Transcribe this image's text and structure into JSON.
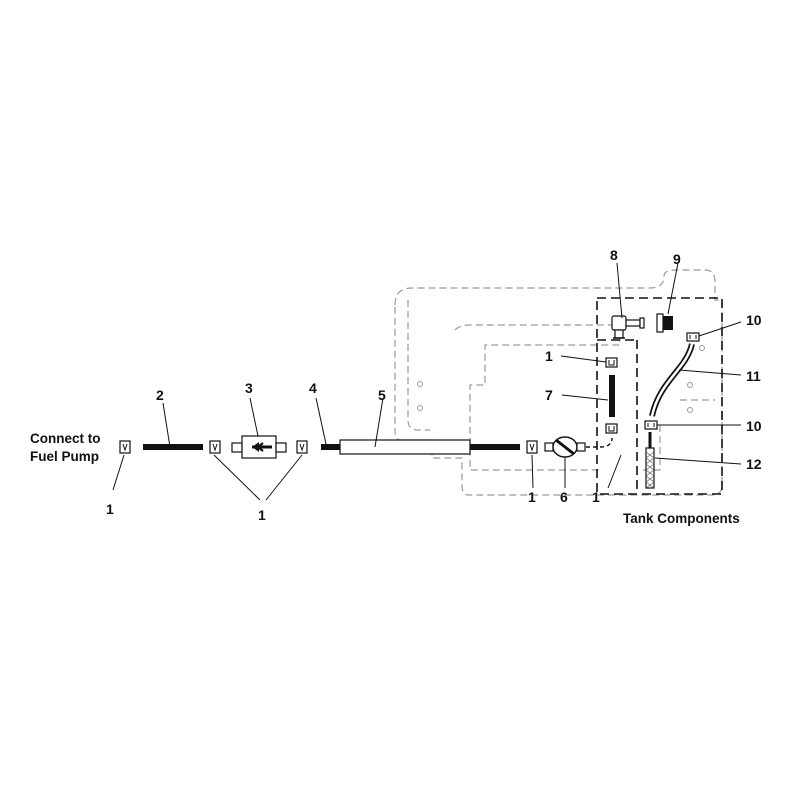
{
  "notes": {
    "connect_line1": "Connect to",
    "connect_line2": "Fuel Pump",
    "tank_components": "Tank Components"
  },
  "callouts": {
    "c1a": "1",
    "c2": "2",
    "c3": "3",
    "c1b": "1",
    "c4": "4",
    "c5": "5",
    "c1c": "1",
    "c6": "6",
    "c1d": "1",
    "c1e": "1",
    "c7": "7",
    "c8": "8",
    "c9": "9",
    "c10a": "10",
    "c11": "11",
    "c10b": "10",
    "c12": "12"
  }
}
